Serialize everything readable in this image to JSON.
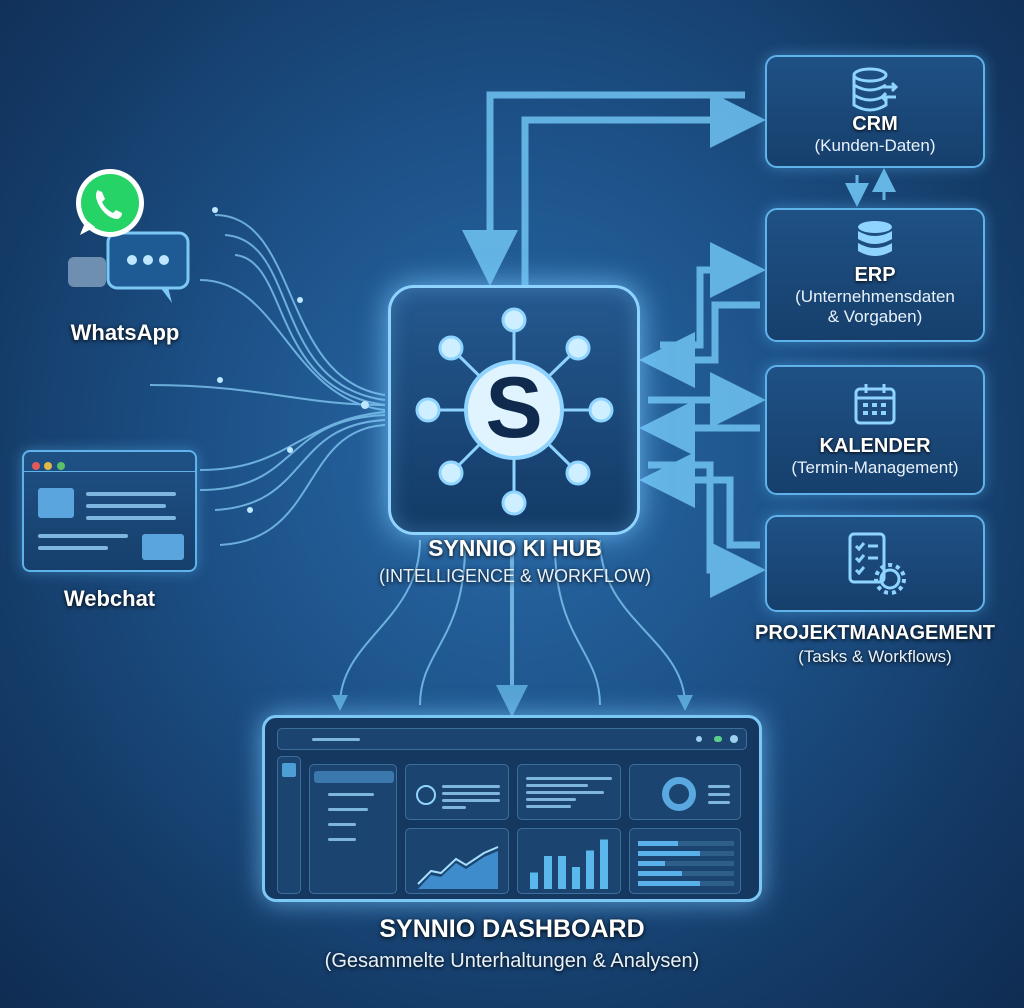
{
  "sources": {
    "whatsapp": {
      "label": "WhatsApp"
    },
    "webchat": {
      "label": "Webchat"
    }
  },
  "hub": {
    "letter": "S",
    "title": "SYNNIO KI HUB",
    "subtitle": "(INTELLIGENCE & WORKFLOW)"
  },
  "systems": [
    {
      "title": "CRM",
      "subtitle": "(Kunden-Daten)"
    },
    {
      "title": "ERP",
      "subtitle_line1": "(Unternehmensdaten",
      "subtitle_line2": "& Vorgaben)"
    },
    {
      "title": "KALENDER",
      "subtitle": "(Termin-Management)"
    },
    {
      "title": "PROJEKTMANAGEMENT",
      "subtitle": "(Tasks & Workflows)"
    }
  ],
  "dashboard": {
    "title": "SYNNIO DASHBOARD",
    "subtitle": "(Gesammelte Unterhaltungen & Analysen)",
    "bar_chart_values": [
      3,
      6,
      6,
      4,
      7,
      9
    ]
  },
  "colors": {
    "accent": "#5fb3ea",
    "glow": "#8fd4ff",
    "whatsapp": "#25d366",
    "background": "#1d5289"
  }
}
